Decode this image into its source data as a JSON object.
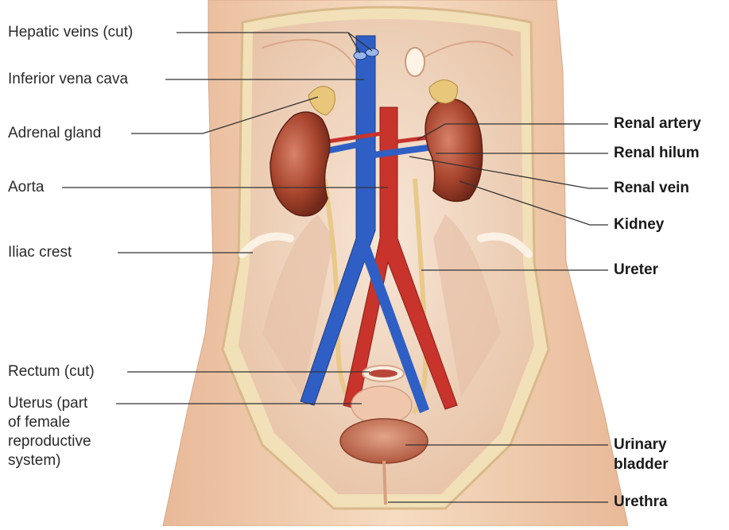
{
  "labels_left": {
    "hepatic_veins": "Hepatic veins (cut)",
    "inferior_vena_cava": "Inferior vena cava",
    "adrenal_gland": "Adrenal gland",
    "aorta": "Aorta",
    "iliac_crest": "Iliac crest",
    "rectum": "Rectum (cut)",
    "uterus_line1": "Uterus (part",
    "uterus_line2": "of female",
    "uterus_line3": "reproductive",
    "uterus_line4": "system)"
  },
  "labels_right": {
    "renal_artery": "Renal artery",
    "renal_hilum": "Renal hilum",
    "renal_vein": "Renal vein",
    "kidney": "Kidney",
    "ureter": "Ureter",
    "urinary_bladder_line1": "Urinary",
    "urinary_bladder_line2": "bladder",
    "urethra": "Urethra"
  },
  "colors": {
    "vein": "#2f5fc4",
    "artery": "#c8332b",
    "kidney": "#a8452e",
    "adrenal": "#e8c77a",
    "skin": "#f2cfae",
    "cavity": "#f3dcc8",
    "ureter": "#e9c98a",
    "leader": "#333333"
  }
}
